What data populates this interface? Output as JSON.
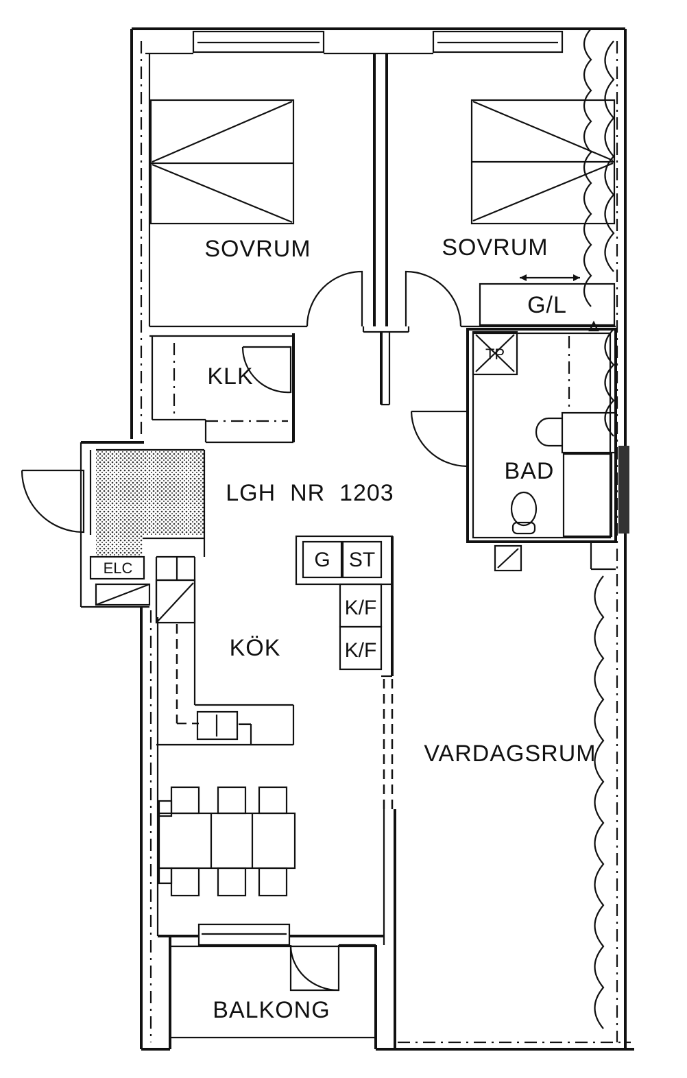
{
  "plan": {
    "apartment_label": "LGH  NR  1203",
    "rooms": {
      "bedroom_1": "SOVRUM",
      "bedroom_2": "SOVRUM",
      "wardrobe_closet": "KLK",
      "bathroom": "BAD",
      "kitchen": "KÖK",
      "living_room": "VARDAGSRUM",
      "balcony": "BALKONG"
    },
    "fixtures": {
      "wardrobe": "G/L",
      "dryer": "TP",
      "elc": "ELC",
      "wardrobe_kitchen": "G",
      "stove": "ST",
      "fridge_1": "K/F",
      "fridge_2": "K/F"
    }
  }
}
